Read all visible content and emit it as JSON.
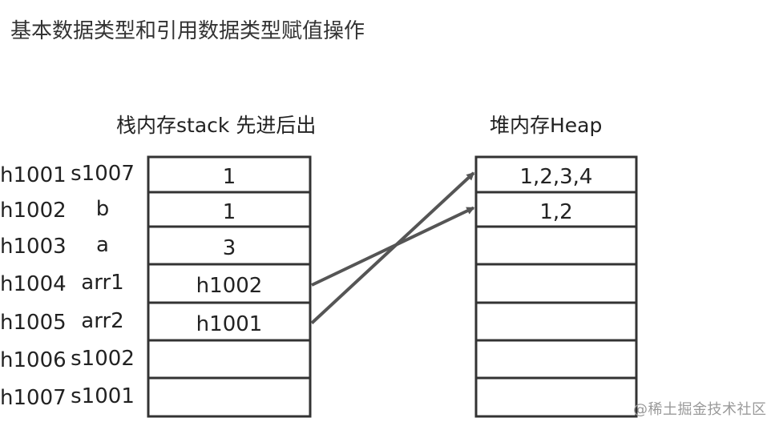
{
  "title": "基本数据类型和引用数据类型赋值操作",
  "stack": {
    "title": "栈内存stack 先进后出",
    "rows": [
      {
        "label": "s1007",
        "value": "1"
      },
      {
        "label": "b",
        "value": "1"
      },
      {
        "label": "a",
        "value": "3"
      },
      {
        "label": "arr1",
        "value": "h1002"
      },
      {
        "label": "arr2",
        "value": "h1001"
      },
      {
        "label": "s1002",
        "value": ""
      },
      {
        "label": "s1001",
        "value": ""
      }
    ]
  },
  "heap": {
    "title": "堆内存Heap",
    "rows": [
      {
        "address": "h1001",
        "value": "1,2,3,4"
      },
      {
        "address": "h1002",
        "value": "1,2"
      },
      {
        "address": "h1003",
        "value": ""
      },
      {
        "address": "h1004",
        "value": ""
      },
      {
        "address": "h1005",
        "value": ""
      },
      {
        "address": "h1006",
        "value": ""
      },
      {
        "address": "h1007",
        "value": ""
      }
    ]
  },
  "arrows": [
    {
      "from": "arr1",
      "to": "h1002"
    },
    {
      "from": "arr2",
      "to": "h1001"
    }
  ],
  "watermark": "@稀土掘金技术社区",
  "colors": {
    "box_stroke": "#333333",
    "arrow": "#555555"
  }
}
